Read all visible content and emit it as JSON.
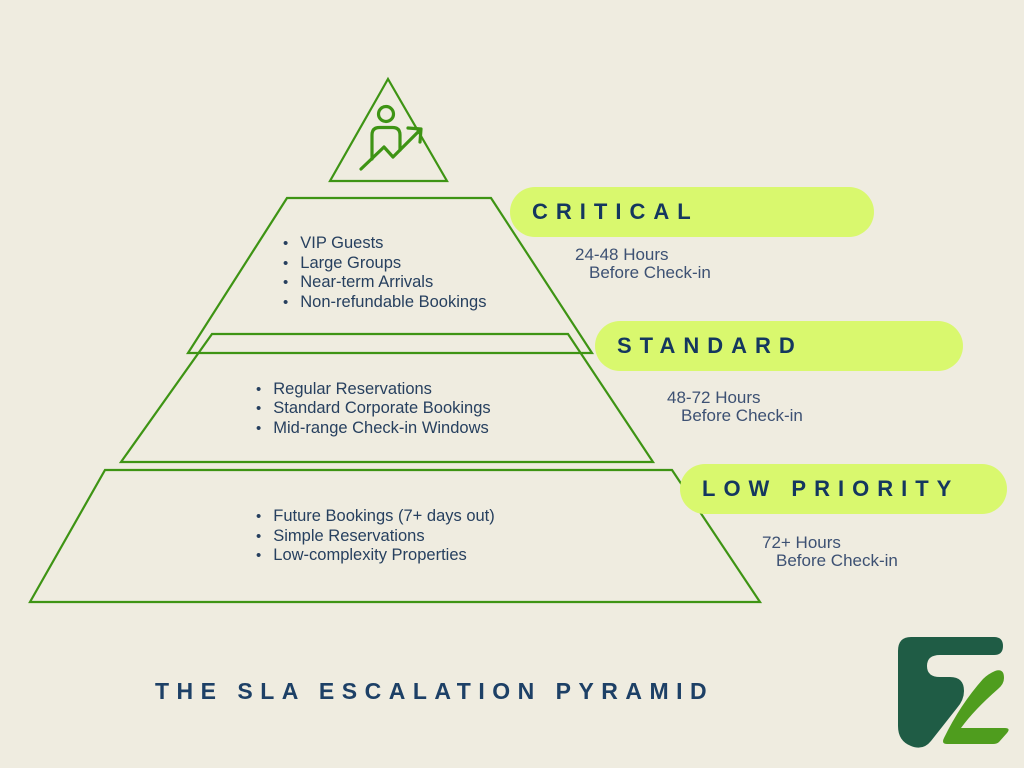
{
  "title": "THE SLA ESCALATION PYRAMID",
  "apex_icon": "person-with-rising-arrow-icon",
  "colors": {
    "background": "#efece0",
    "pyramid_outline_green": "#3e9414",
    "label_pill_lime": "#d9f86e",
    "pill_text_navy": "#14375f",
    "bullet_text_navy": "#27405f",
    "sla_text_navy": "#3d5173",
    "title_navy": "#1d4066",
    "logo_dark_green": "#1f5c45",
    "logo_light_green": "#4f9d1e"
  },
  "tiers": [
    {
      "label": "CRITICAL",
      "sla_line1": "24-48 Hours",
      "sla_line2": "Before Check-in",
      "items": [
        "VIP Guests",
        "Large Groups",
        "Near-term Arrivals",
        "Non-refundable Bookings"
      ]
    },
    {
      "label": "STANDARD",
      "sla_line1": "48-72 Hours",
      "sla_line2": "Before Check-in",
      "items": [
        "Regular Reservations",
        "Standard Corporate Bookings",
        "Mid-range Check-in Windows"
      ]
    },
    {
      "label": "LOW PRIORITY",
      "sla_line1": "72+ Hours",
      "sla_line2": "Before Check-in",
      "items": [
        "Future Bookings (7+ days out)",
        "Simple Reservations",
        "Low-complexity Properties"
      ]
    }
  ],
  "bullet_glyph": "•"
}
